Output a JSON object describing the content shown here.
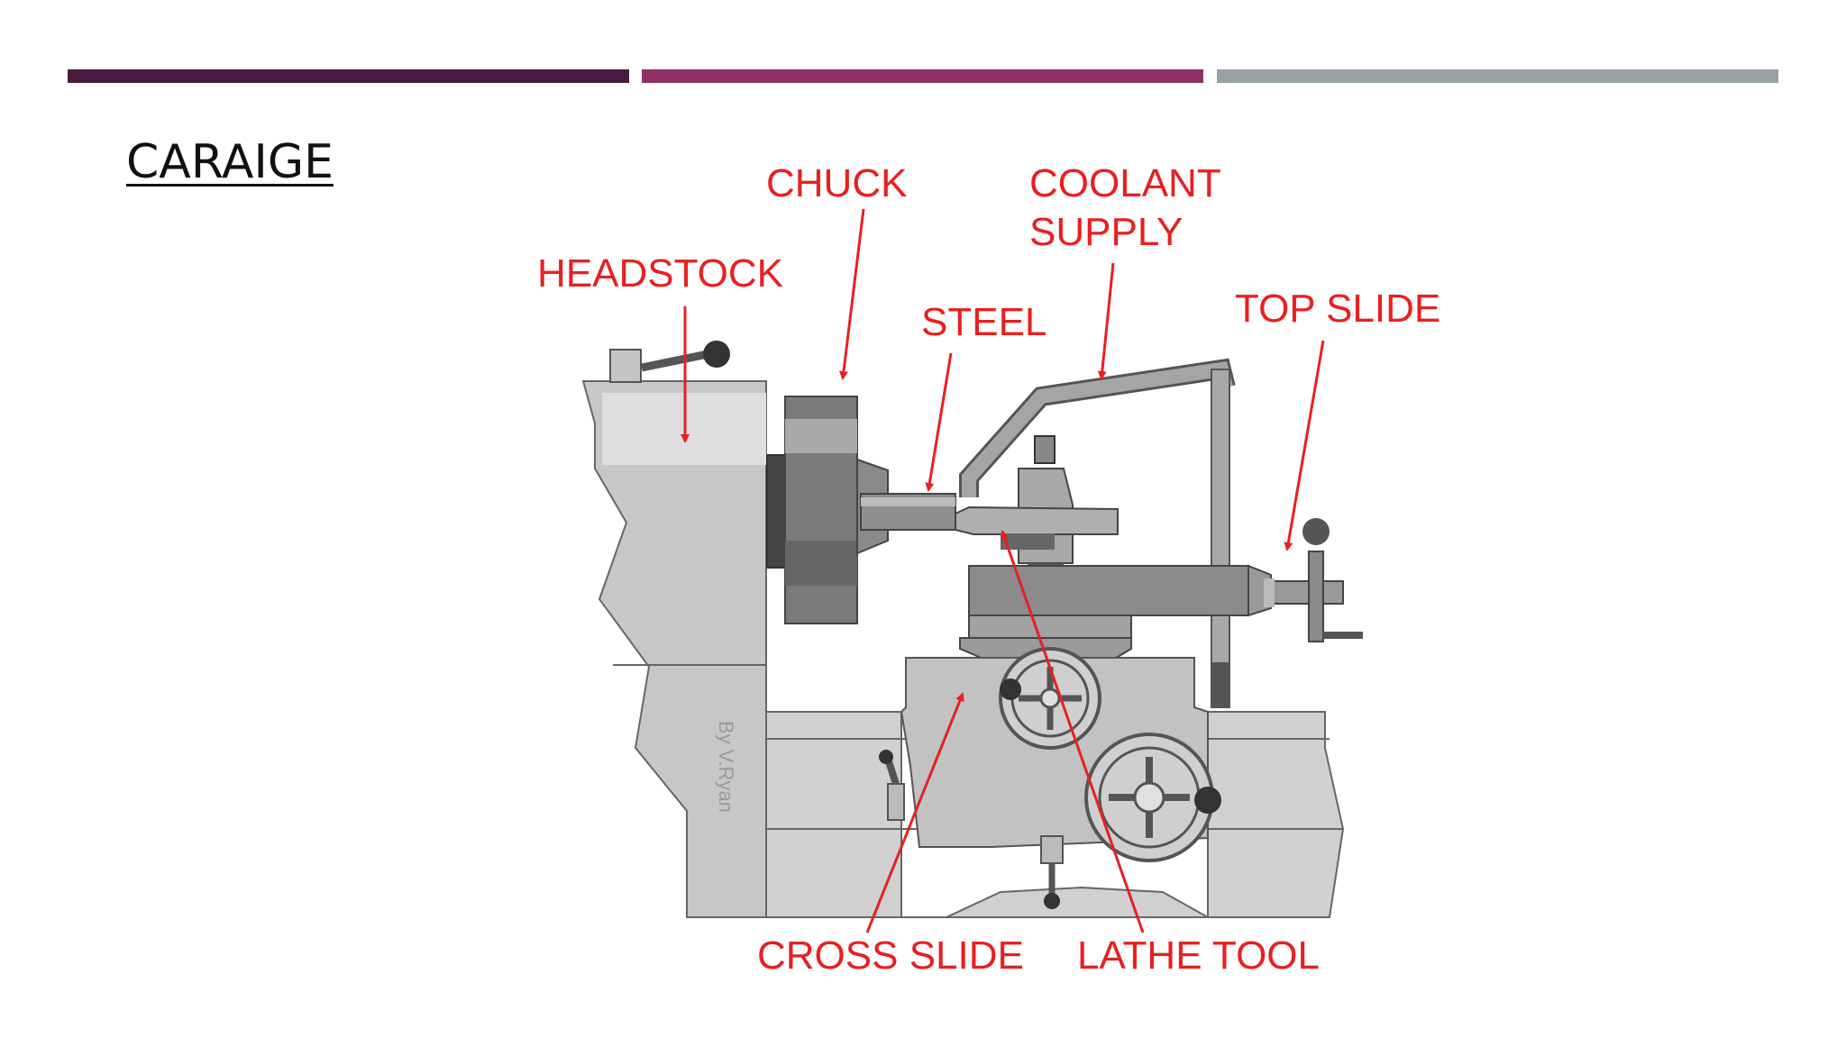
{
  "slide": {
    "title": "CARAIGE",
    "accent_colors": [
      "#4a1a3e",
      "#8e2f66",
      "#97a1a4"
    ]
  },
  "diagram": {
    "label_color": "#e8201f",
    "labels": {
      "headstock": "HEADSTOCK",
      "chuck": "CHUCK",
      "steel": "STEEL",
      "coolant_line1": "COOLANT",
      "coolant_line2": "SUPPLY",
      "top_slide": "TOP SLIDE",
      "cross_slide": "CROSS SLIDE",
      "lathe_tool": "LATHE TOOL"
    },
    "credit": "By V.Ryan"
  }
}
